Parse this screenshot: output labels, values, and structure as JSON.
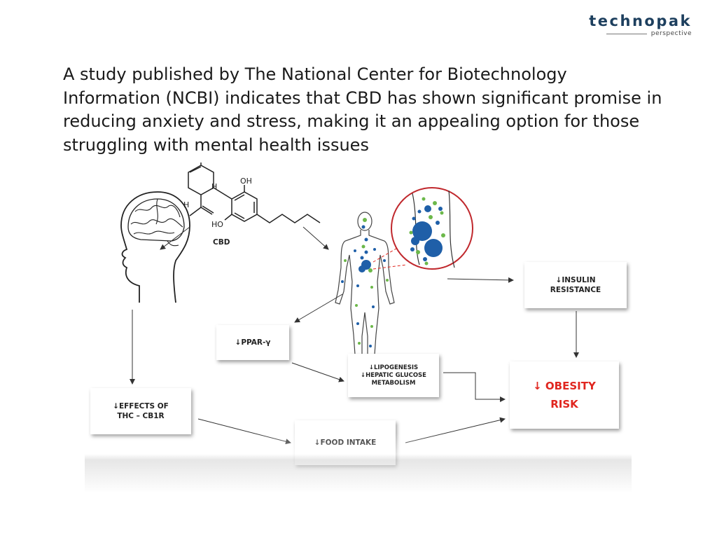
{
  "logo": {
    "brand": "technopak",
    "sub": "perspective"
  },
  "headline": "A study published by The National Center for Biotechnology Information (NCBI) indicates that CBD has shown significant promise in reducing anxiety and stress, making it an appealing option for those struggling with mental health issues",
  "diagram": {
    "molecule": {
      "name": "CBD",
      "atoms": {
        "h1": "H",
        "h2": "H",
        "oh_top": "OH",
        "oh_bottom": "HO"
      }
    },
    "boxes": {
      "insulin": [
        "↓INSULIN",
        "RESISTANCE"
      ],
      "ppar": "↓PPAR-γ",
      "lipogenesis": [
        "↓LIPOGENESIS",
        "↓HEPATIC GLUCOSE",
        "METABOLISM"
      ],
      "obesity": [
        "↓ OBESITY",
        "RISK"
      ],
      "thc": [
        "↓EFFECTS OF",
        "THC – CB1R"
      ],
      "food": "↓FOOD INTAKE"
    },
    "colors": {
      "accent_red": "#e0261f",
      "dot_blue": "#1f5fa8",
      "dot_green": "#6cb84a",
      "brand": "#1d3f5e"
    }
  }
}
